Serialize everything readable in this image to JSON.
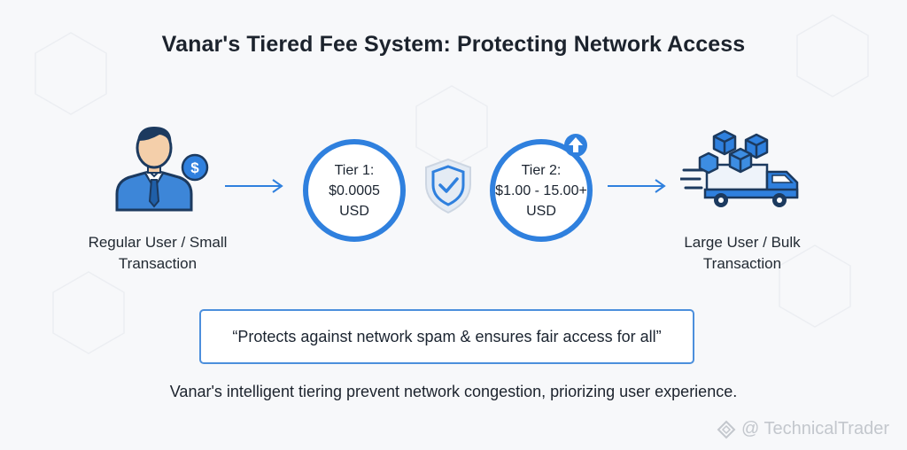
{
  "title": "Vanar's Tiered Fee System: Protecting Network Access",
  "left_entity": {
    "label_line1": "Regular User / Small",
    "label_line2": "Transaction",
    "icon": "user-with-dollar-icon"
  },
  "tier1": {
    "line1": "Tier 1:",
    "line2": "$0.0005",
    "line3": "USD"
  },
  "center_icon": "shield-check-icon",
  "tier2": {
    "line1": "Tier 2:",
    "line2": "$1.00 - 15.00+",
    "line3": "USD",
    "badge_icon": "arrow-up-icon"
  },
  "right_entity": {
    "label_line1": "Large User / Bulk",
    "label_line2": "Transaction",
    "icon": "delivery-truck-boxes-icon"
  },
  "quote": "“Protects against network spam & ensures fair access for all”",
  "footer": "Vanar's intelligent tiering prevent network congestion, priorizing user experience.",
  "watermark": "@ TechnicalTrader",
  "colors": {
    "accent": "#2f80de",
    "text": "#1c232d",
    "background": "#f7f8fa"
  }
}
